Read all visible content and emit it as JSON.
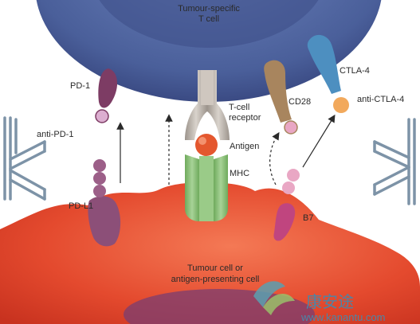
{
  "labels": {
    "t_cell_line1": "Tumour-specific",
    "t_cell_line2": "T cell",
    "pd1": "PD-1",
    "anti_pd1": "anti-PD-1",
    "pdl1": "PD-L1",
    "tcr_line1": "T-cell",
    "tcr_line2": "receptor",
    "antigen": "Antigen",
    "mhc": "MHC",
    "cd28": "CD28",
    "ctla4": "CTLA-4",
    "anti_ctla4": "anti-CTLA-4",
    "b7": "B7",
    "tumour_line1": "Tumour cell or",
    "tumour_line2": "antigen-presenting cell"
  },
  "watermark": {
    "chinese": "康安途",
    "url": "www.kanantu.com"
  },
  "colors": {
    "t_cell_dark": "#3a4a7e",
    "t_cell_light": "#6f86bf",
    "tumour": "#e0412a",
    "tumour_light": "#f07a55",
    "antibody": "#7d93a7",
    "pd1": "#7d3c64",
    "cd28": "#a8855e",
    "ctla4": "#4d8fc0",
    "b7": "#c0457f",
    "mhc": "#8ec07c",
    "antigen": "#e4572e",
    "tcr": "#b8b0a8",
    "ball_pink": "#e9a7c4",
    "ball_orange": "#f2a95c"
  }
}
